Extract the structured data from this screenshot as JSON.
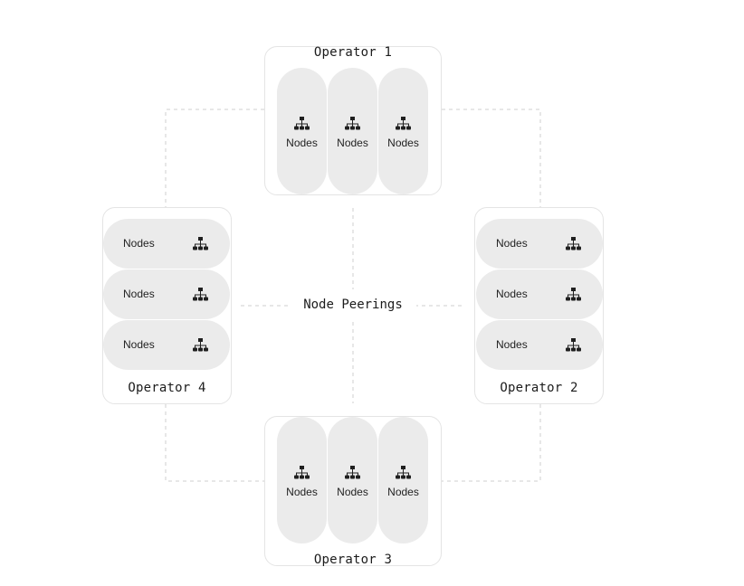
{
  "center": {
    "label": "Node Peerings"
  },
  "operators": {
    "op1": {
      "title": "Operator 1",
      "pills": [
        "Nodes",
        "Nodes",
        "Nodes"
      ]
    },
    "op2": {
      "title": "Operator 2",
      "pills": [
        "Nodes",
        "Nodes",
        "Nodes"
      ]
    },
    "op3": {
      "title": "Operator 3",
      "pills": [
        "Nodes",
        "Nodes",
        "Nodes"
      ]
    },
    "op4": {
      "title": "Operator 4",
      "pills": [
        "Nodes",
        "Nodes",
        "Nodes"
      ]
    }
  },
  "icons": {
    "node": "network-nodes-icon"
  },
  "colors": {
    "pill_fill": "#ebebeb",
    "card_border": "#e4e4e4",
    "dashed_line": "#cfcfcf",
    "text": "#1c1c1c"
  }
}
